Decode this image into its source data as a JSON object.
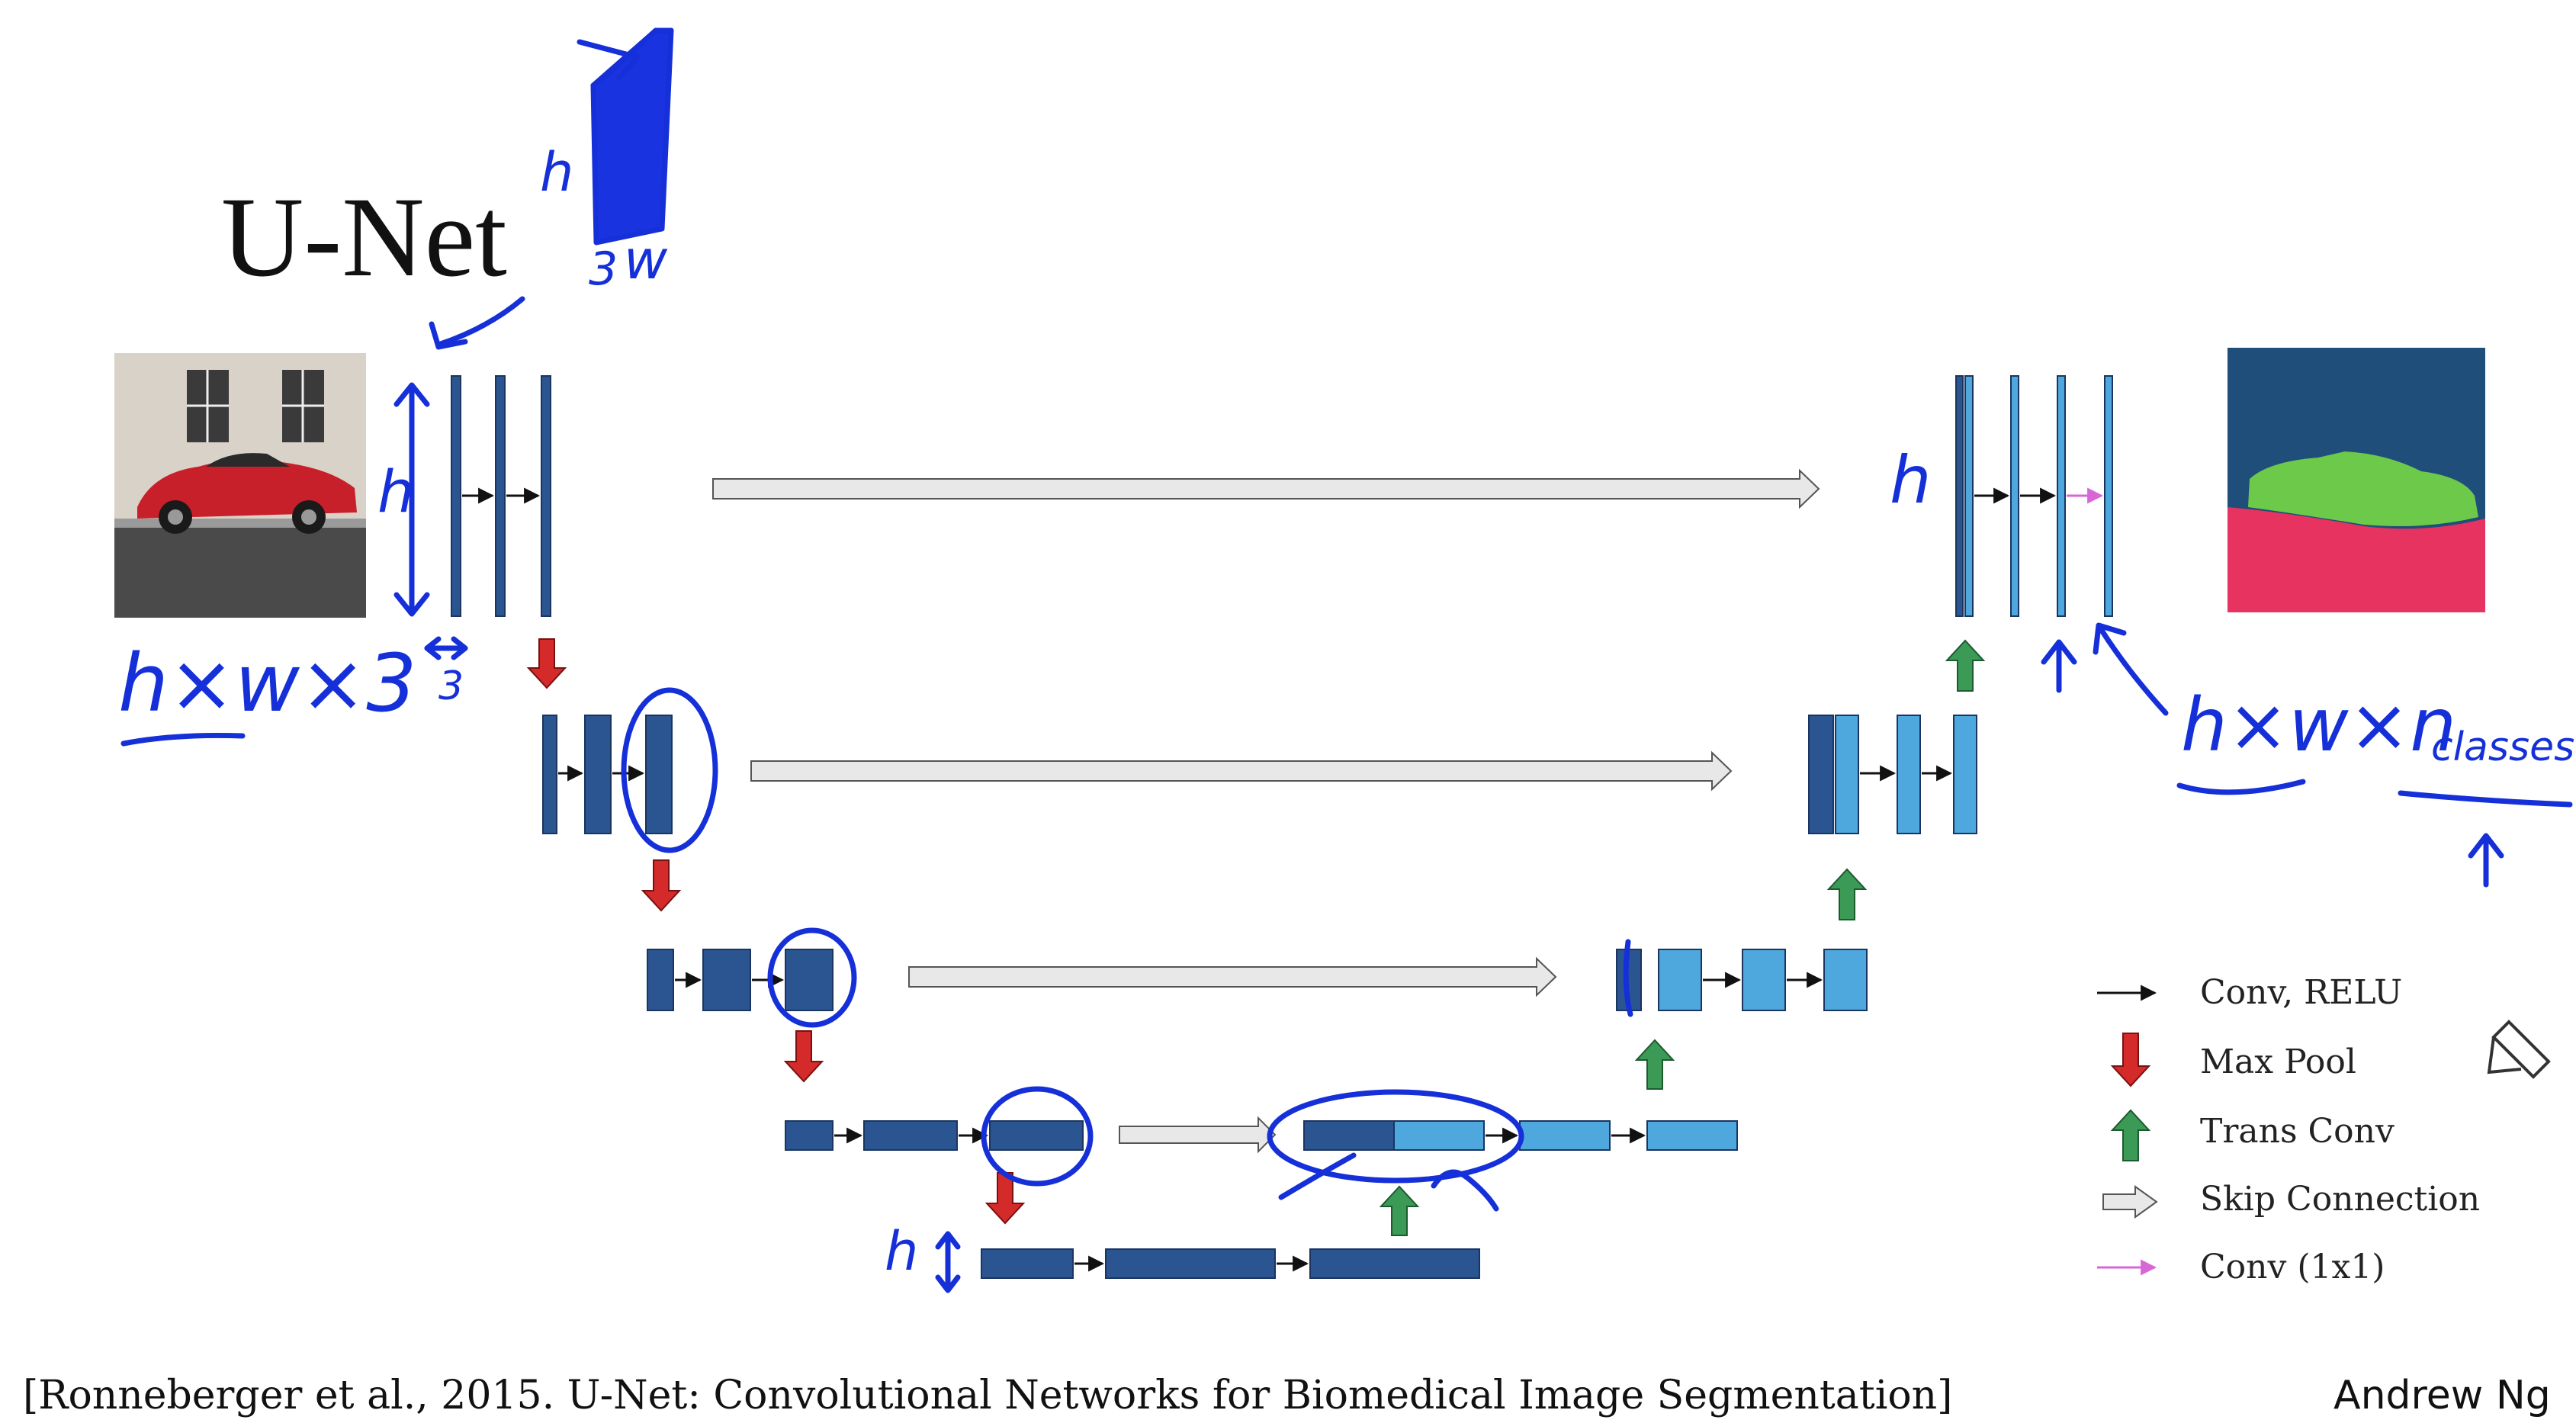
{
  "title": "U-Net",
  "legend": [
    {
      "label": "Conv, RELU",
      "icon": "black-arrow-icon"
    },
    {
      "label": "Max Pool",
      "icon": "red-down-arrow-icon"
    },
    {
      "label": "Trans Conv",
      "icon": "green-up-arrow-icon"
    },
    {
      "label": "Skip Connection",
      "icon": "gray-skip-arrow-icon"
    },
    {
      "label": "Conv (1x1)",
      "icon": "pink-arrow-icon"
    }
  ],
  "citation": "[Ronneberger et al., 2015. U-Net: Convolutional Networks for Biomedical Image Segmentation]",
  "author": "Andrew Ng",
  "annotations": {
    "input_shape": "h×w×3",
    "output_shape": "h×w×n",
    "output_sub": "classes",
    "h": "h",
    "w": "w",
    "three": "3"
  },
  "colors": {
    "encoder": "#2b5590",
    "decoder": "#4fa8dd",
    "maxpool": "#d42a2a",
    "transconv": "#3a9a56",
    "skip": "#e8e8e8",
    "conv1x1": "#d867d6",
    "ink": "#1530d8",
    "seg_background": "#1f4e7a",
    "seg_car": "#6cc94a",
    "seg_road": "#e6335f"
  }
}
